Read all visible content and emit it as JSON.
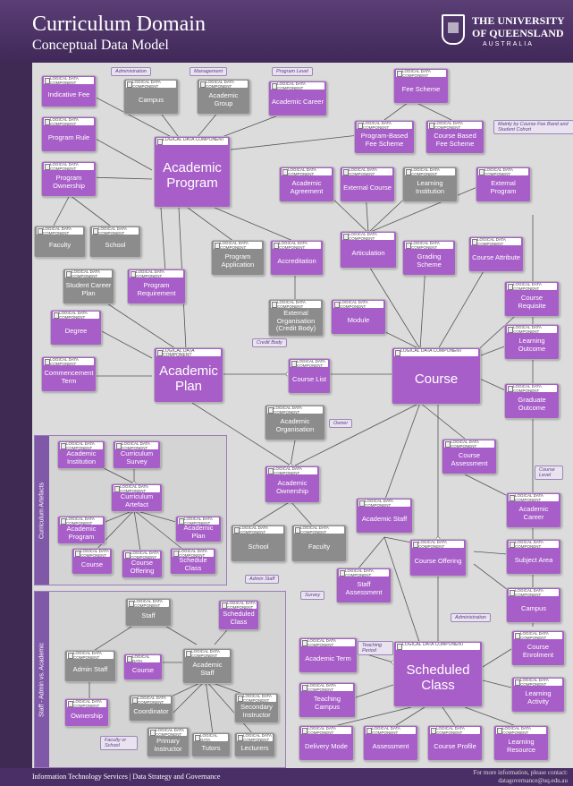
{
  "header": {
    "title": "Curriculum Domain",
    "subtitle": "Conceptual Data Model",
    "uni_line1": "THE UNIVERSITY",
    "uni_line2": "OF QUEENSLAND",
    "uni_line3": "AUSTRALIA"
  },
  "footer": {
    "left": "Information Technology Services | Data Strategy and Governance",
    "right1": "For more information, please contact:",
    "right2": "datagovernance@uq.edu.au"
  },
  "component_label": "LOGICAL DATA COMPONENT",
  "nodes": {
    "indicative_fee": "Indicative Fee",
    "campus_top": "Campus",
    "academic_group": "Academic Group",
    "academic_career_top": "Academic Career",
    "fee_scheme": "Fee Scheme",
    "program_rule": "Program Rule",
    "academic_program": "Academic Program",
    "program_based_fee_scheme": "Program-Based Fee Scheme",
    "course_based_fee_scheme": "Course Based Fee Scheme",
    "program_ownership": "Program Ownership",
    "academic_agreement": "Academic Agreement",
    "external_course": "External Course",
    "learning_institution": "Learning Institution",
    "external_program": "External Program",
    "faculty_top": "Faculty",
    "school_top": "School",
    "program_application": "Program Application",
    "accreditation": "Accreditation",
    "articulation": "Articulation",
    "grading_scheme": "Grading Scheme",
    "course_attribute": "Course Attribute",
    "student_career_plan": "Student Career Plan",
    "program_requirement": "Program Requirement",
    "course_requisite": "Course Requisite",
    "external_organisation": "External Organisation (Credit Body)",
    "module": "Module",
    "degree": "Degree",
    "learning_outcome": "Learning Outcome",
    "commencement_term": "Commencement Term",
    "academic_plan": "Academic Plan",
    "course_list": "Course List",
    "course": "Course",
    "graduate_outcome": "Graduate Outcome",
    "academic_organisation": "Academic Organisation",
    "course_assessment": "Course Assessment",
    "academic_ownership": "Academic Ownership",
    "academic_staff_main": "Academic Staff",
    "academic_career_main": "Academic Career",
    "school_main": "School",
    "faculty_main": "Faculty",
    "course_offering": "Course Offering",
    "subject_area": "Subject Area",
    "staff_assessment": "Staff Assessment",
    "campus_main": "Campus",
    "academic_term": "Academic Term",
    "scheduled_class": "Scheduled Class",
    "course_enrolment": "Course Enrolment",
    "teaching_campus": "Teaching Campus",
    "learning_activity": "Learning Activity",
    "delivery_mode": "Delivery Mode",
    "assessment": "Assessment",
    "course_profile": "Course Profile",
    "learning_resource": "Learning Resource"
  },
  "curriculum_panel": {
    "tab": "Curriculum Artefacts",
    "academic_institution": "Academic Institution",
    "curriculum_survey": "Curriculum Survey",
    "curriculum_artefact": "Curriculum Artefact",
    "academic_program": "Academic Program",
    "academic_plan": "Academic Plan",
    "course": "Course",
    "course_offering": "Course Offering",
    "schedule_class": "Schedule Class"
  },
  "staff_panel": {
    "tab": "Staff - Admin vs. Academic",
    "staff": "Staff",
    "scheduled_class": "Scheduled Class",
    "admin_staff": "Admin Staff",
    "course": "Course",
    "academic_staff": "Academic Staff",
    "ownership": "Ownership",
    "coordinator": "Coordinator",
    "secondary_instructor": "Secondary Instructor",
    "primary_instructor": "Primary Instructor",
    "tutors": "Tutors",
    "lecturers": "Lecturers"
  },
  "notes": {
    "administration_top": "Administration",
    "management": "Management",
    "program_level": "Program Level",
    "fee_band": "Mainly by Course Fee Band and Student Cohort",
    "credit_body": "Credit Body",
    "owner": "Owner",
    "course_level": "Course Level",
    "admin_staff": "Admin Staff",
    "survey": "Survey",
    "administration_low": "Administration",
    "teaching_period": "Teaching Period",
    "faculty_or_school": "Faculty or School"
  },
  "colors": {
    "purple_entity": "#a85ec8",
    "grey_entity": "#8c8c8c",
    "banner": "#4a2f66",
    "canvas": "#dcdcdc"
  }
}
